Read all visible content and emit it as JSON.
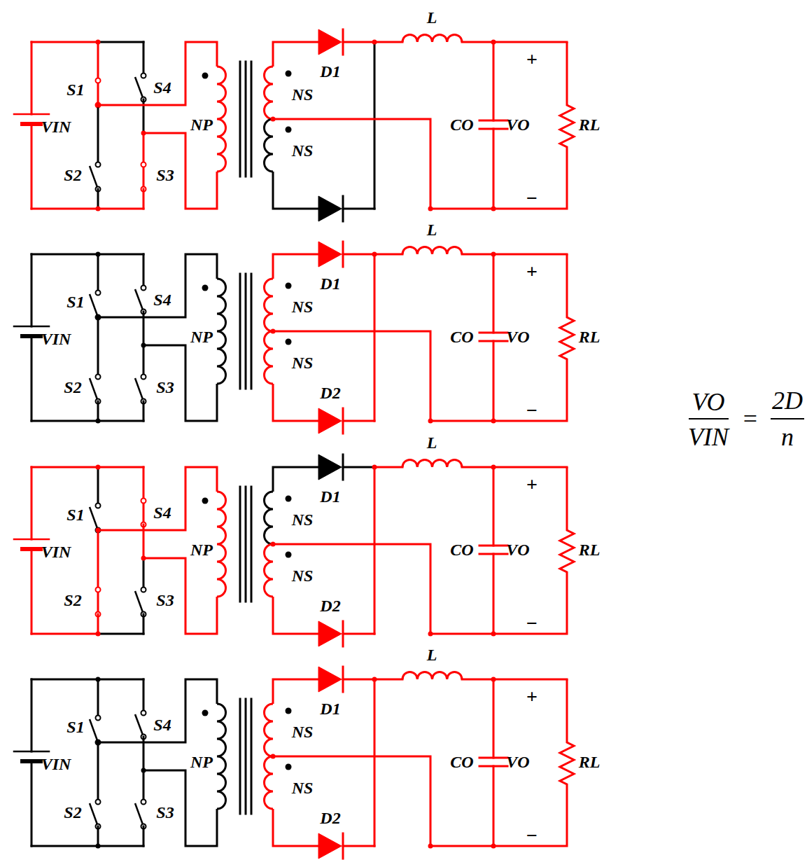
{
  "diagram": {
    "labels": [
      "L",
      "+",
      "S1",
      "S4",
      "D1",
      "NS",
      "VIN",
      "NP",
      "CO",
      "VO",
      "RL",
      "NS",
      "S2",
      "S3",
      "−",
      "L",
      "+",
      "S1",
      "S4",
      "D1",
      "NS",
      "VIN",
      "NP",
      "CO",
      "VO",
      "RL",
      "NS",
      "S2",
      "S3",
      "D2",
      "−",
      "L",
      "+",
      "S1",
      "S4",
      "D1",
      "NS",
      "VIN",
      "NP",
      "CO",
      "VO",
      "RL",
      "NS",
      "S2",
      "S3",
      "D2",
      "−",
      "L",
      "+",
      "S1",
      "S4",
      "D1",
      "NS",
      "VIN",
      "NP",
      "CO",
      "VO",
      "RL",
      "NS",
      "S2",
      "S3",
      "D2",
      "−",
      "VO",
      "VIN",
      "=",
      "2D",
      "n"
    ]
  }
}
